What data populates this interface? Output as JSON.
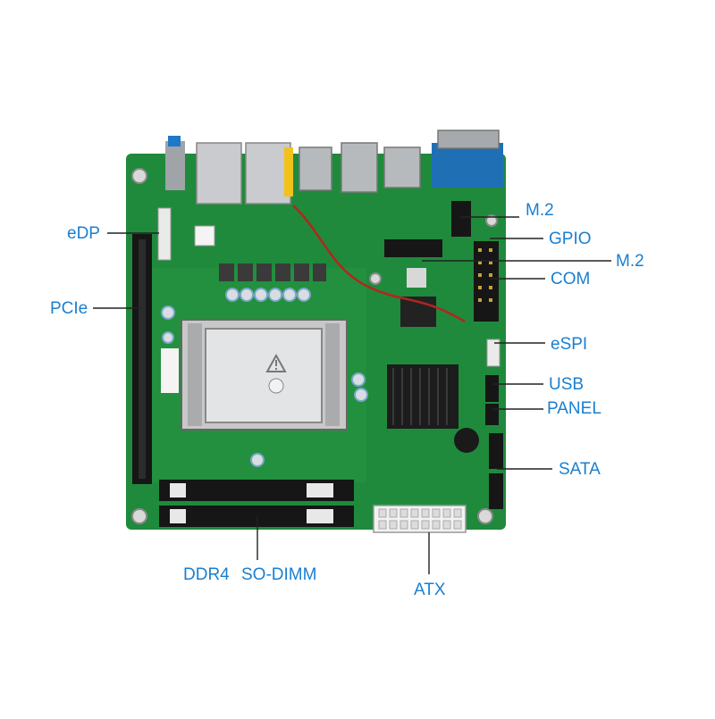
{
  "colors": {
    "board": "#1f8a3c",
    "board_dark": "#166b2d",
    "accent_blue": "#1a7fd0",
    "slot_black": "#161616",
    "metal": "#b8bcc0"
  },
  "callouts": {
    "edp": "eDP",
    "pcie": "PCIe",
    "m2_top": "M.2",
    "gpio": "GPIO",
    "m2_mid": "M.2",
    "com": "COM",
    "espi": "eSPI",
    "usb": "USB",
    "panel": "PANEL",
    "sata": "SATA",
    "ddr4": "DDR4",
    "sodimm": "SO-DIMM",
    "atx": "ATX"
  },
  "icons": [
    "warning-icon"
  ]
}
